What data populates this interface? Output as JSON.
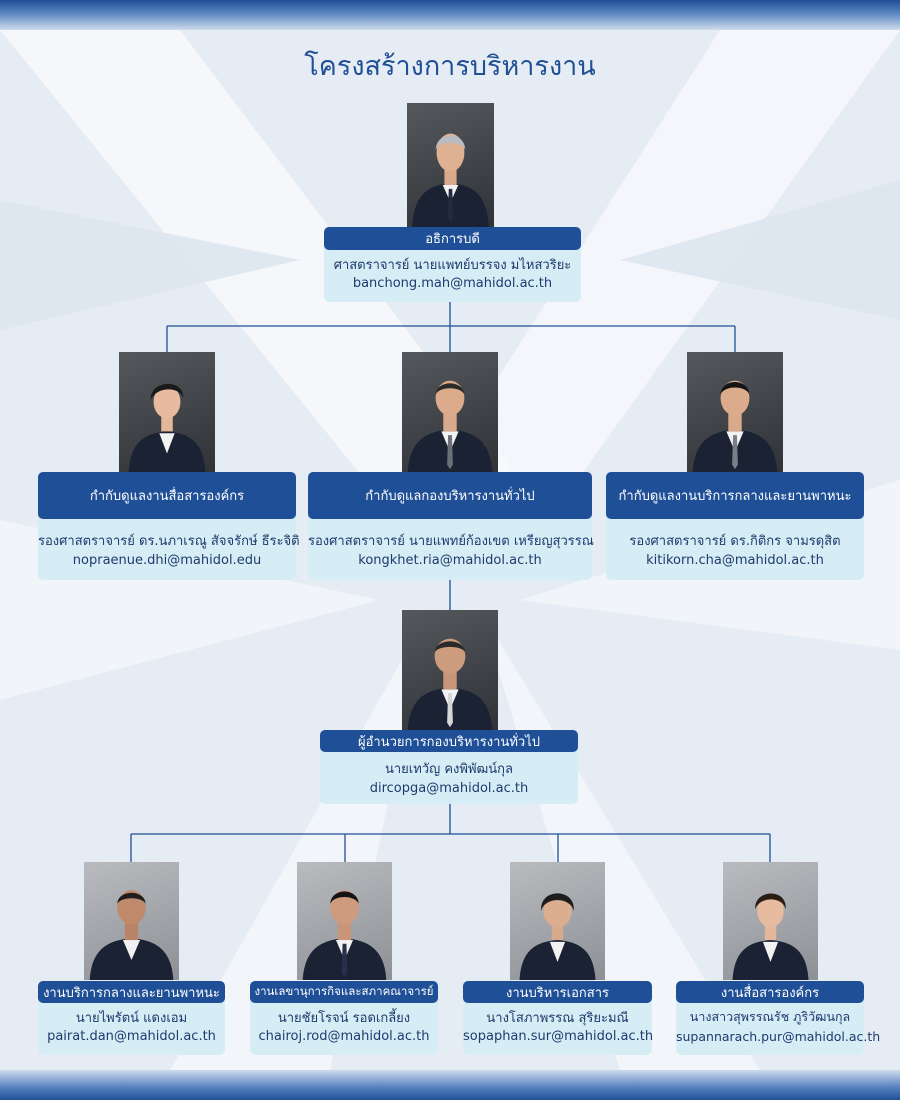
{
  "title": "โครงสร้างการบริหารงาน",
  "colors": {
    "primary": "#1f4f96",
    "card_background": "#d7edf5",
    "text": "#1e3a6e"
  },
  "director": {
    "role": "อธิการบดี",
    "name": "ศาสตราจารย์ นายแพทย์บรรจง มไหสวริยะ",
    "email": "banchong.mah@mahidol.ac.th"
  },
  "deputies": [
    {
      "role": "กำกับดูแลงานสื่อสารองค์กร",
      "name": "รองศาสตราจารย์ ดร.นภาเรณู สัจจรักษ์ ธีระจิติ",
      "email": "nopraenue.dhi@mahidol.edu"
    },
    {
      "role": "กำกับดูแลกองบริหารงานทั่วไป",
      "name": "รองศาสตราจารย์ นายแพทย์ก้องเขต เหรียญสุวรรณ",
      "email": "kongkhet.ria@mahidol.ac.th"
    },
    {
      "role": "กำกับดูแลงานบริการกลางและยานพาหนะ",
      "name": "รองศาสตราจารย์ ดร.กิติกร จามรดุสิต",
      "email": "kitikorn.cha@mahidol.ac.th"
    }
  ],
  "division_director": {
    "role": "ผู้อำนวยการกองบริหารงานทั่วไป",
    "name": "นายเทวัญ คงพิพัฒน์กุล",
    "email": "dircopga@mahidol.ac.th"
  },
  "units": [
    {
      "role": "งานบริการกลางและยานพาหนะ",
      "name": "นายไพรัตน์ แดงเอม",
      "email": "pairat.dan@mahidol.ac.th"
    },
    {
      "role": "งานเลขานุการกิจและสภาคณาจารย์",
      "name": "นายชัยโรจน์ รอดเกลี้ยง",
      "email": "chairoj.rod@mahidol.ac.th"
    },
    {
      "role": "งานบริหารเอกสาร",
      "name": "นางโสภาพรรณ สุริยะมณี",
      "email": "sopaphan.sur@mahidol.ac.th"
    },
    {
      "role": "งานสื่อสารองค์กร",
      "name": "นางสาวสุพรรณรัช ภูริวัฒนกุล",
      "email": "supannarach.pur@mahidol.ac.th"
    }
  ]
}
